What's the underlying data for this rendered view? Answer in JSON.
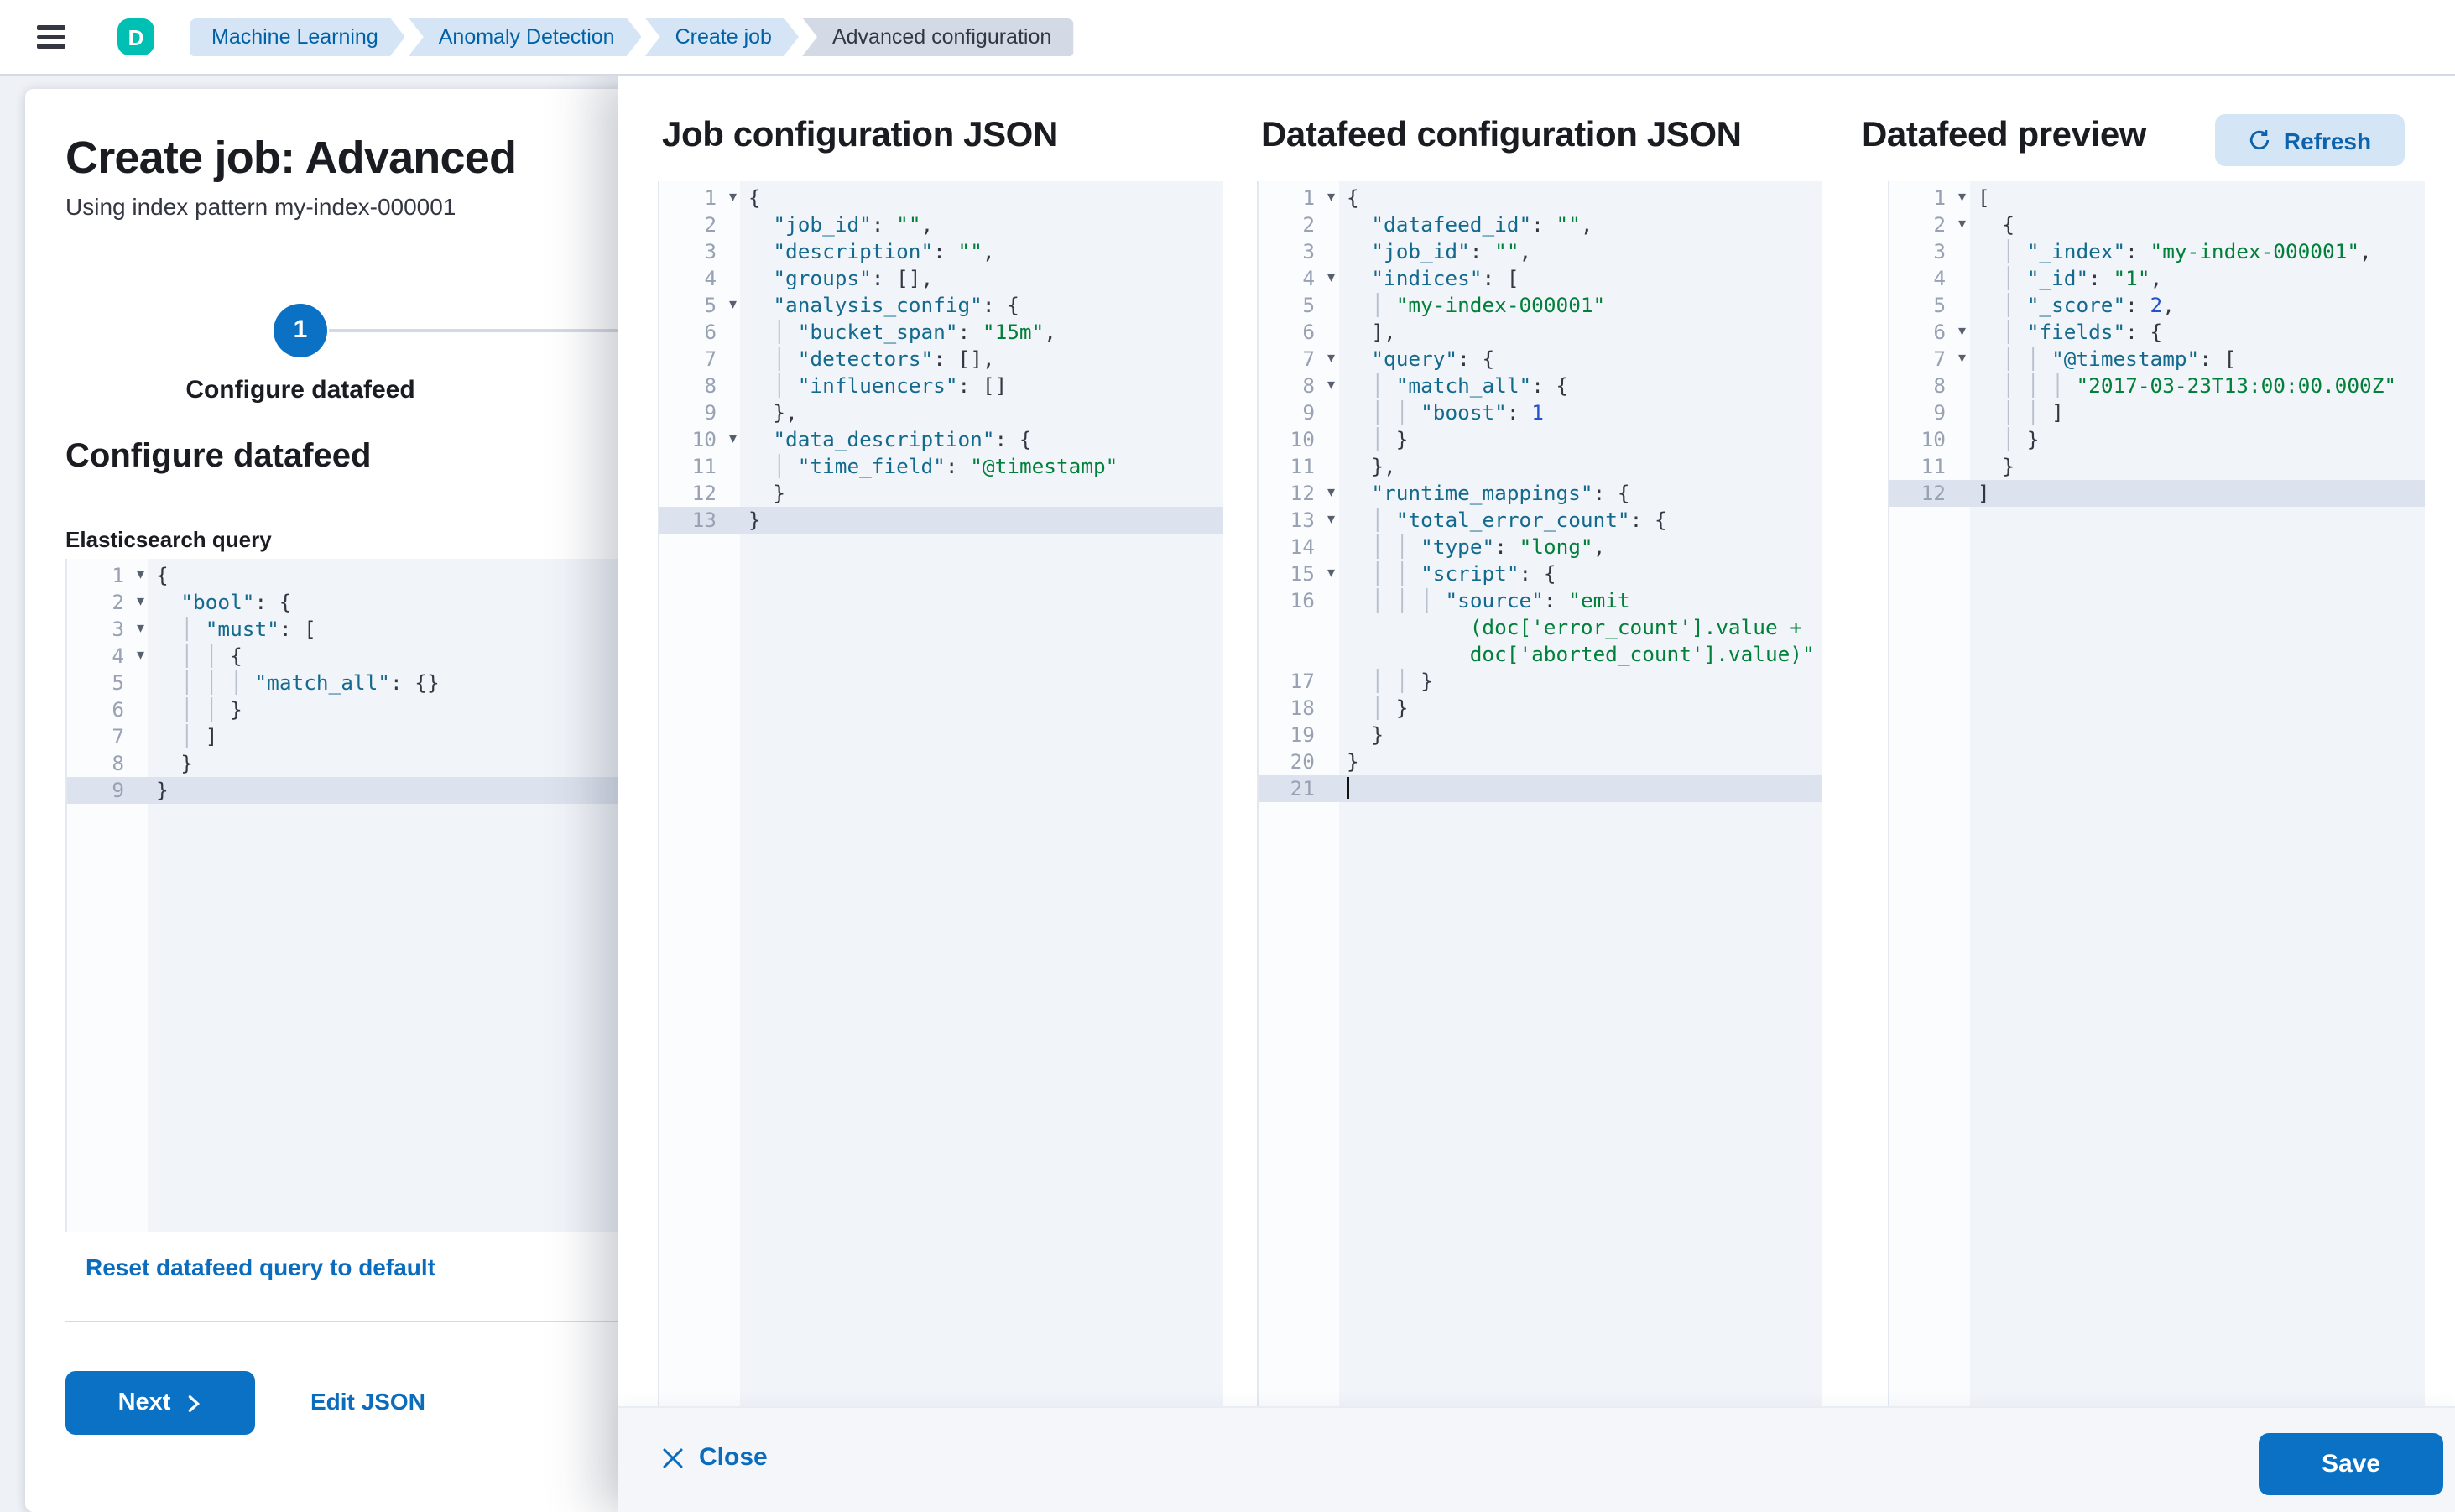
{
  "colors": {
    "primary": "#0a71c4",
    "link": "#0b6cbe",
    "avatar_teal": "#00bfb3",
    "breadcrumb_blue_bg": "#d5e5f5",
    "breadcrumb_gray_bg": "#d3dae6",
    "editor_bg": "#f1f4f9",
    "active_line_bg": "#dce3ee",
    "json_key": "#136a8e",
    "json_string": "#028039",
    "json_number": "#2353cc"
  },
  "header": {
    "avatar": "D",
    "breadcrumbs": [
      {
        "label": "Machine Learning",
        "current": false
      },
      {
        "label": "Anomaly Detection",
        "current": false
      },
      {
        "label": "Create job",
        "current": false
      },
      {
        "label": "Advanced configuration",
        "current": true
      }
    ]
  },
  "wizard": {
    "title": "Create job: Advanced",
    "subtitle": "Using index pattern my-index-000001",
    "step_number": "1",
    "step_label": "Configure datafeed",
    "section_heading": "Configure datafeed",
    "query_label": "Elasticsearch query",
    "reset_link": "Reset datafeed query to default",
    "next_label": "Next",
    "edit_json_label": "Edit JSON"
  },
  "editors": {
    "query": {
      "active_line": 9,
      "lines": [
        {
          "n": 1,
          "fold": true,
          "text": "{"
        },
        {
          "n": 2,
          "fold": true,
          "text": "  \"bool\": {"
        },
        {
          "n": 3,
          "fold": true,
          "text": "  │ \"must\": ["
        },
        {
          "n": 4,
          "fold": true,
          "text": "  │ │ {"
        },
        {
          "n": 5,
          "fold": false,
          "text": "  │ │ │ \"match_all\": {}"
        },
        {
          "n": 6,
          "fold": false,
          "text": "  │ │ }"
        },
        {
          "n": 7,
          "fold": false,
          "text": "  │ ]"
        },
        {
          "n": 8,
          "fold": false,
          "text": "  }"
        },
        {
          "n": 9,
          "fold": false,
          "text": "}"
        }
      ]
    },
    "job": {
      "title": "Job configuration JSON",
      "active_line": 13,
      "lines": [
        {
          "n": 1,
          "fold": true,
          "text": "{"
        },
        {
          "n": 2,
          "fold": false,
          "text": "  \"job_id\": \"\","
        },
        {
          "n": 3,
          "fold": false,
          "text": "  \"description\": \"\","
        },
        {
          "n": 4,
          "fold": false,
          "text": "  \"groups\": [],"
        },
        {
          "n": 5,
          "fold": true,
          "text": "  \"analysis_config\": {"
        },
        {
          "n": 6,
          "fold": false,
          "text": "  │ \"bucket_span\": \"15m\","
        },
        {
          "n": 7,
          "fold": false,
          "text": "  │ \"detectors\": [],"
        },
        {
          "n": 8,
          "fold": false,
          "text": "  │ \"influencers\": []"
        },
        {
          "n": 9,
          "fold": false,
          "text": "  },"
        },
        {
          "n": 10,
          "fold": true,
          "text": "  \"data_description\": {"
        },
        {
          "n": 11,
          "fold": false,
          "text": "  │ \"time_field\": \"@timestamp\""
        },
        {
          "n": 12,
          "fold": false,
          "text": "  }"
        },
        {
          "n": 13,
          "fold": false,
          "text": "}"
        }
      ]
    },
    "datafeed": {
      "title": "Datafeed configuration JSON",
      "active_line": 21,
      "lines": [
        {
          "n": 1,
          "fold": true,
          "text": "{"
        },
        {
          "n": 2,
          "fold": false,
          "text": "  \"datafeed_id\": \"\","
        },
        {
          "n": 3,
          "fold": false,
          "text": "  \"job_id\": \"\","
        },
        {
          "n": 4,
          "fold": true,
          "text": "  \"indices\": ["
        },
        {
          "n": 5,
          "fold": false,
          "text": "  │ \"my-index-000001\""
        },
        {
          "n": 6,
          "fold": false,
          "text": "  ],"
        },
        {
          "n": 7,
          "fold": true,
          "text": "  \"query\": {"
        },
        {
          "n": 8,
          "fold": true,
          "text": "  │ \"match_all\": {"
        },
        {
          "n": 9,
          "fold": false,
          "text": "  │ │ \"boost\": 1"
        },
        {
          "n": 10,
          "fold": false,
          "text": "  │ }"
        },
        {
          "n": 11,
          "fold": false,
          "text": "  },"
        },
        {
          "n": 12,
          "fold": true,
          "text": "  \"runtime_mappings\": {"
        },
        {
          "n": 13,
          "fold": true,
          "text": "  │ \"total_error_count\": {"
        },
        {
          "n": 14,
          "fold": false,
          "text": "  │ │ \"type\": \"long\","
        },
        {
          "n": 15,
          "fold": true,
          "text": "  │ │ \"script\": {"
        },
        {
          "n": 16,
          "fold": false,
          "text": "  │ │ │ \"source\": \"emit"
        },
        {
          "n": null,
          "wrap": true,
          "text": "          (doc['error_count'].value +"
        },
        {
          "n": null,
          "wrap": true,
          "text": "          doc['aborted_count'].value)\""
        },
        {
          "n": 17,
          "fold": false,
          "text": "  │ │ }"
        },
        {
          "n": 18,
          "fold": false,
          "text": "  │ }"
        },
        {
          "n": 19,
          "fold": false,
          "text": "  }"
        },
        {
          "n": 20,
          "fold": false,
          "text": "}"
        },
        {
          "n": 21,
          "fold": false,
          "cursor": true,
          "text": ""
        }
      ]
    },
    "preview": {
      "title": "Datafeed preview",
      "refresh_label": "Refresh",
      "active_line": 12,
      "lines": [
        {
          "n": 1,
          "fold": true,
          "text": "["
        },
        {
          "n": 2,
          "fold": true,
          "text": "  {"
        },
        {
          "n": 3,
          "fold": false,
          "text": "  │ \"_index\": \"my-index-000001\","
        },
        {
          "n": 4,
          "fold": false,
          "text": "  │ \"_id\": \"1\","
        },
        {
          "n": 5,
          "fold": false,
          "text": "  │ \"_score\": 2,"
        },
        {
          "n": 6,
          "fold": true,
          "text": "  │ \"fields\": {"
        },
        {
          "n": 7,
          "fold": true,
          "text": "  │ │ \"@timestamp\": ["
        },
        {
          "n": 8,
          "fold": false,
          "text": "  │ │ │ \"2017-03-23T13:00:00.000Z\""
        },
        {
          "n": 9,
          "fold": false,
          "text": "  │ │ ]"
        },
        {
          "n": 10,
          "fold": false,
          "text": "  │ }"
        },
        {
          "n": 11,
          "fold": false,
          "text": "  }"
        },
        {
          "n": 12,
          "fold": false,
          "text": "]"
        }
      ]
    }
  },
  "footer": {
    "close_label": "Close",
    "save_label": "Save"
  }
}
